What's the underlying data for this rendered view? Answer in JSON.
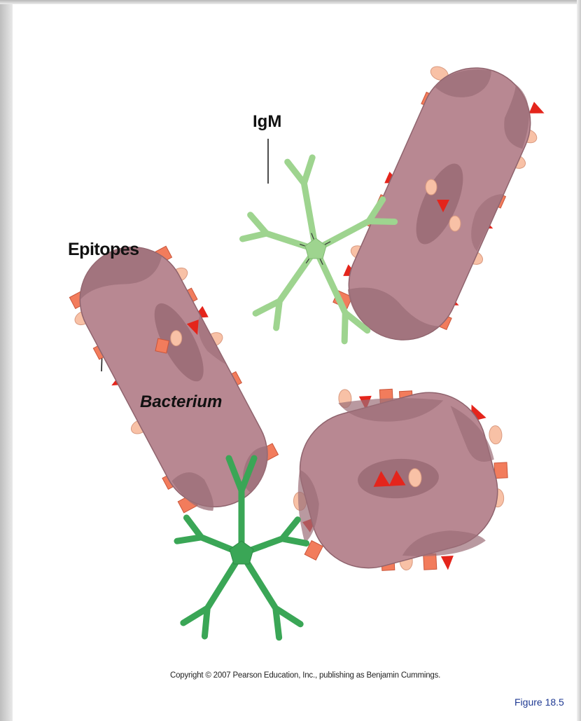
{
  "labels": {
    "epitopes": "Epitopes",
    "igm": "IgM",
    "bacterium": "Bacterium"
  },
  "copyright": "Copyright © 2007 Pearson Education, Inc., publishing as Benjamin Cummings.",
  "figure_number": "Figure 18.5",
  "colors": {
    "bacterium_body": "#b88892",
    "bacterium_dark": "#9b6d77",
    "bacterium_outline": "#8f636d",
    "igm_light": "#9ed48f",
    "igm_dark": "#3aa656",
    "epitope_square": "#f27c5c",
    "epitope_triangle": "#e4251c",
    "epitope_round": "#f8c1a6",
    "figure_number": "#1f3a93"
  }
}
